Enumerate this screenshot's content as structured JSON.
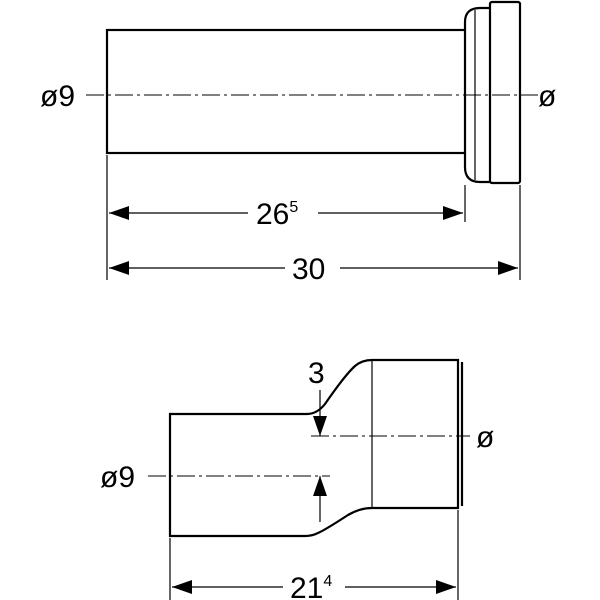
{
  "top_view": {
    "diameter_left": "ø9",
    "diameter_right": "ø",
    "length_inner": {
      "base": "26",
      "sup": "5"
    },
    "length_total": "30"
  },
  "bottom_view": {
    "offset": "3",
    "diameter_left": "ø9",
    "diameter_right": "ø",
    "length_total": {
      "base": "21",
      "sup": "4"
    }
  }
}
